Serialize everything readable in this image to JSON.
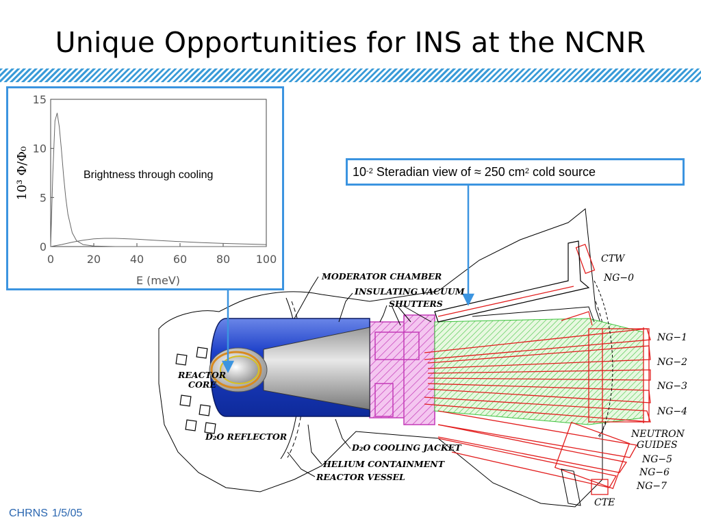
{
  "title": "Unique Opportunities for INS at the NCNR",
  "footer": {
    "org": "CHRNS",
    "date": "1/5/05"
  },
  "callout": {
    "pre": "10",
    "exp1": "-2",
    "mid": " Steradian view of ≈ 250 cm",
    "exp2": "2",
    "post": " cold source"
  },
  "chart_data": {
    "type": "line",
    "annotation": "Brightness through cooling",
    "xlabel": "E (meV)",
    "ylabel": "10³ Φ/Φ₀",
    "xlim": [
      0,
      100
    ],
    "ylim": [
      0,
      15
    ],
    "xticks": [
      "0",
      "20",
      "40",
      "60",
      "80",
      "100"
    ],
    "yticks": [
      "0",
      "5",
      "10",
      "15"
    ],
    "series": [
      {
        "x": [
          0,
          1,
          2,
          3,
          4,
          5,
          6,
          7,
          8,
          10,
          12,
          15,
          20,
          30,
          40,
          60,
          80,
          100
        ],
        "y": [
          0,
          7.5,
          12.8,
          13.6,
          12.2,
          9.8,
          7.2,
          5.0,
          3.3,
          1.4,
          0.6,
          0.2,
          0.05,
          0,
          0,
          0,
          0,
          0
        ]
      },
      {
        "x": [
          0,
          5,
          10,
          15,
          20,
          25,
          30,
          40,
          50,
          60,
          70,
          80,
          90,
          100
        ],
        "y": [
          0,
          0.2,
          0.45,
          0.65,
          0.78,
          0.84,
          0.84,
          0.75,
          0.62,
          0.5,
          0.4,
          0.32,
          0.26,
          0.2
        ]
      }
    ]
  },
  "diagram": {
    "labels": {
      "moderator_chamber": "MODERATOR CHAMBER",
      "insulating_vacuum": "INSULATING VACUUM",
      "shutters": "SHUTTERS",
      "reactor_core_1": "REACTOR",
      "reactor_core_2": "CORE",
      "d2o_reflector": "D₂O REFLECTOR",
      "d2o_cooling": "D₂O COOLING JACKET",
      "helium": "HELIUM CONTAINMENT",
      "reactor_vessel": "REACTOR VESSEL",
      "ctw": "CTW",
      "cte": "CTE",
      "neutron_guides_1": "NEUTRON",
      "neutron_guides_2": "GUIDES",
      "guides": [
        "NG−0",
        "NG−1",
        "NG−2",
        "NG−3",
        "NG−4",
        "NG−5",
        "NG−6",
        "NG−7"
      ]
    }
  }
}
